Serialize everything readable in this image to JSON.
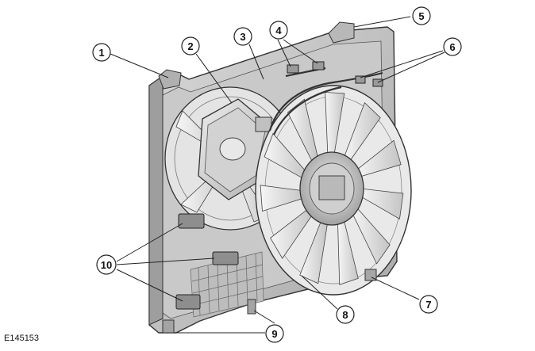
{
  "figure_id": "E145153",
  "callouts": [
    {
      "number": "1"
    },
    {
      "number": "2"
    },
    {
      "number": "3"
    },
    {
      "number": "4"
    },
    {
      "number": "5"
    },
    {
      "number": "6"
    },
    {
      "number": "7"
    },
    {
      "number": "8"
    },
    {
      "number": "9"
    },
    {
      "number": "10"
    }
  ]
}
